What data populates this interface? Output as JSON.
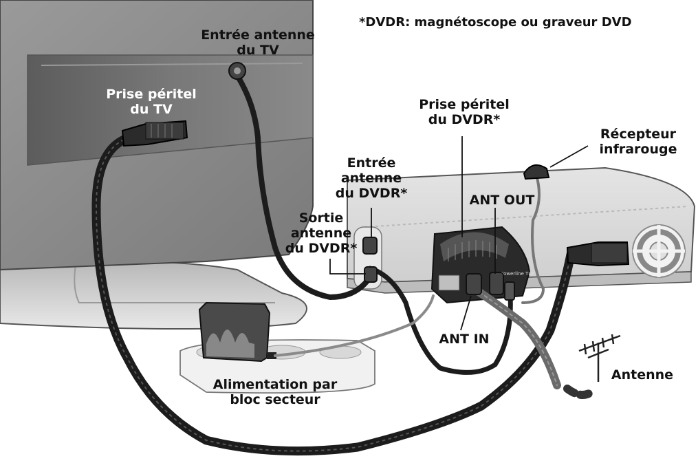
{
  "footnote": "*DVDR: magnétoscope ou graveur DVD",
  "labels": {
    "tv_antenna_input": [
      "Entrée antenne",
      "du TV"
    ],
    "tv_scart": [
      "Prise péritel",
      "du TV"
    ],
    "dvdr_scart": [
      "Prise péritel",
      "du DVDR*"
    ],
    "ir_receiver": [
      "Récepteur",
      "infrarouge"
    ],
    "dvdr_antenna_input": [
      "Entrée",
      "antenne",
      "du DVDR*"
    ],
    "dvdr_antenna_output": [
      "Sortie",
      "antenne",
      "du DVDR*"
    ],
    "ant_out": "ANT OUT",
    "ant_in": "ANT IN",
    "power_supply": [
      "Alimentation par",
      "bloc secteur"
    ],
    "antenna": "Antenne"
  },
  "device_brand": "Powerline TLP",
  "colors": {
    "tv_body": "#8c8c8c",
    "tv_panel": "#6e6e6e",
    "dvdr_body": "#d6d6d6",
    "cable": "#1c1c1c",
    "thin_cable": "#8a8a8a",
    "label_white": "#ffffff",
    "label_dark": "#111111"
  }
}
